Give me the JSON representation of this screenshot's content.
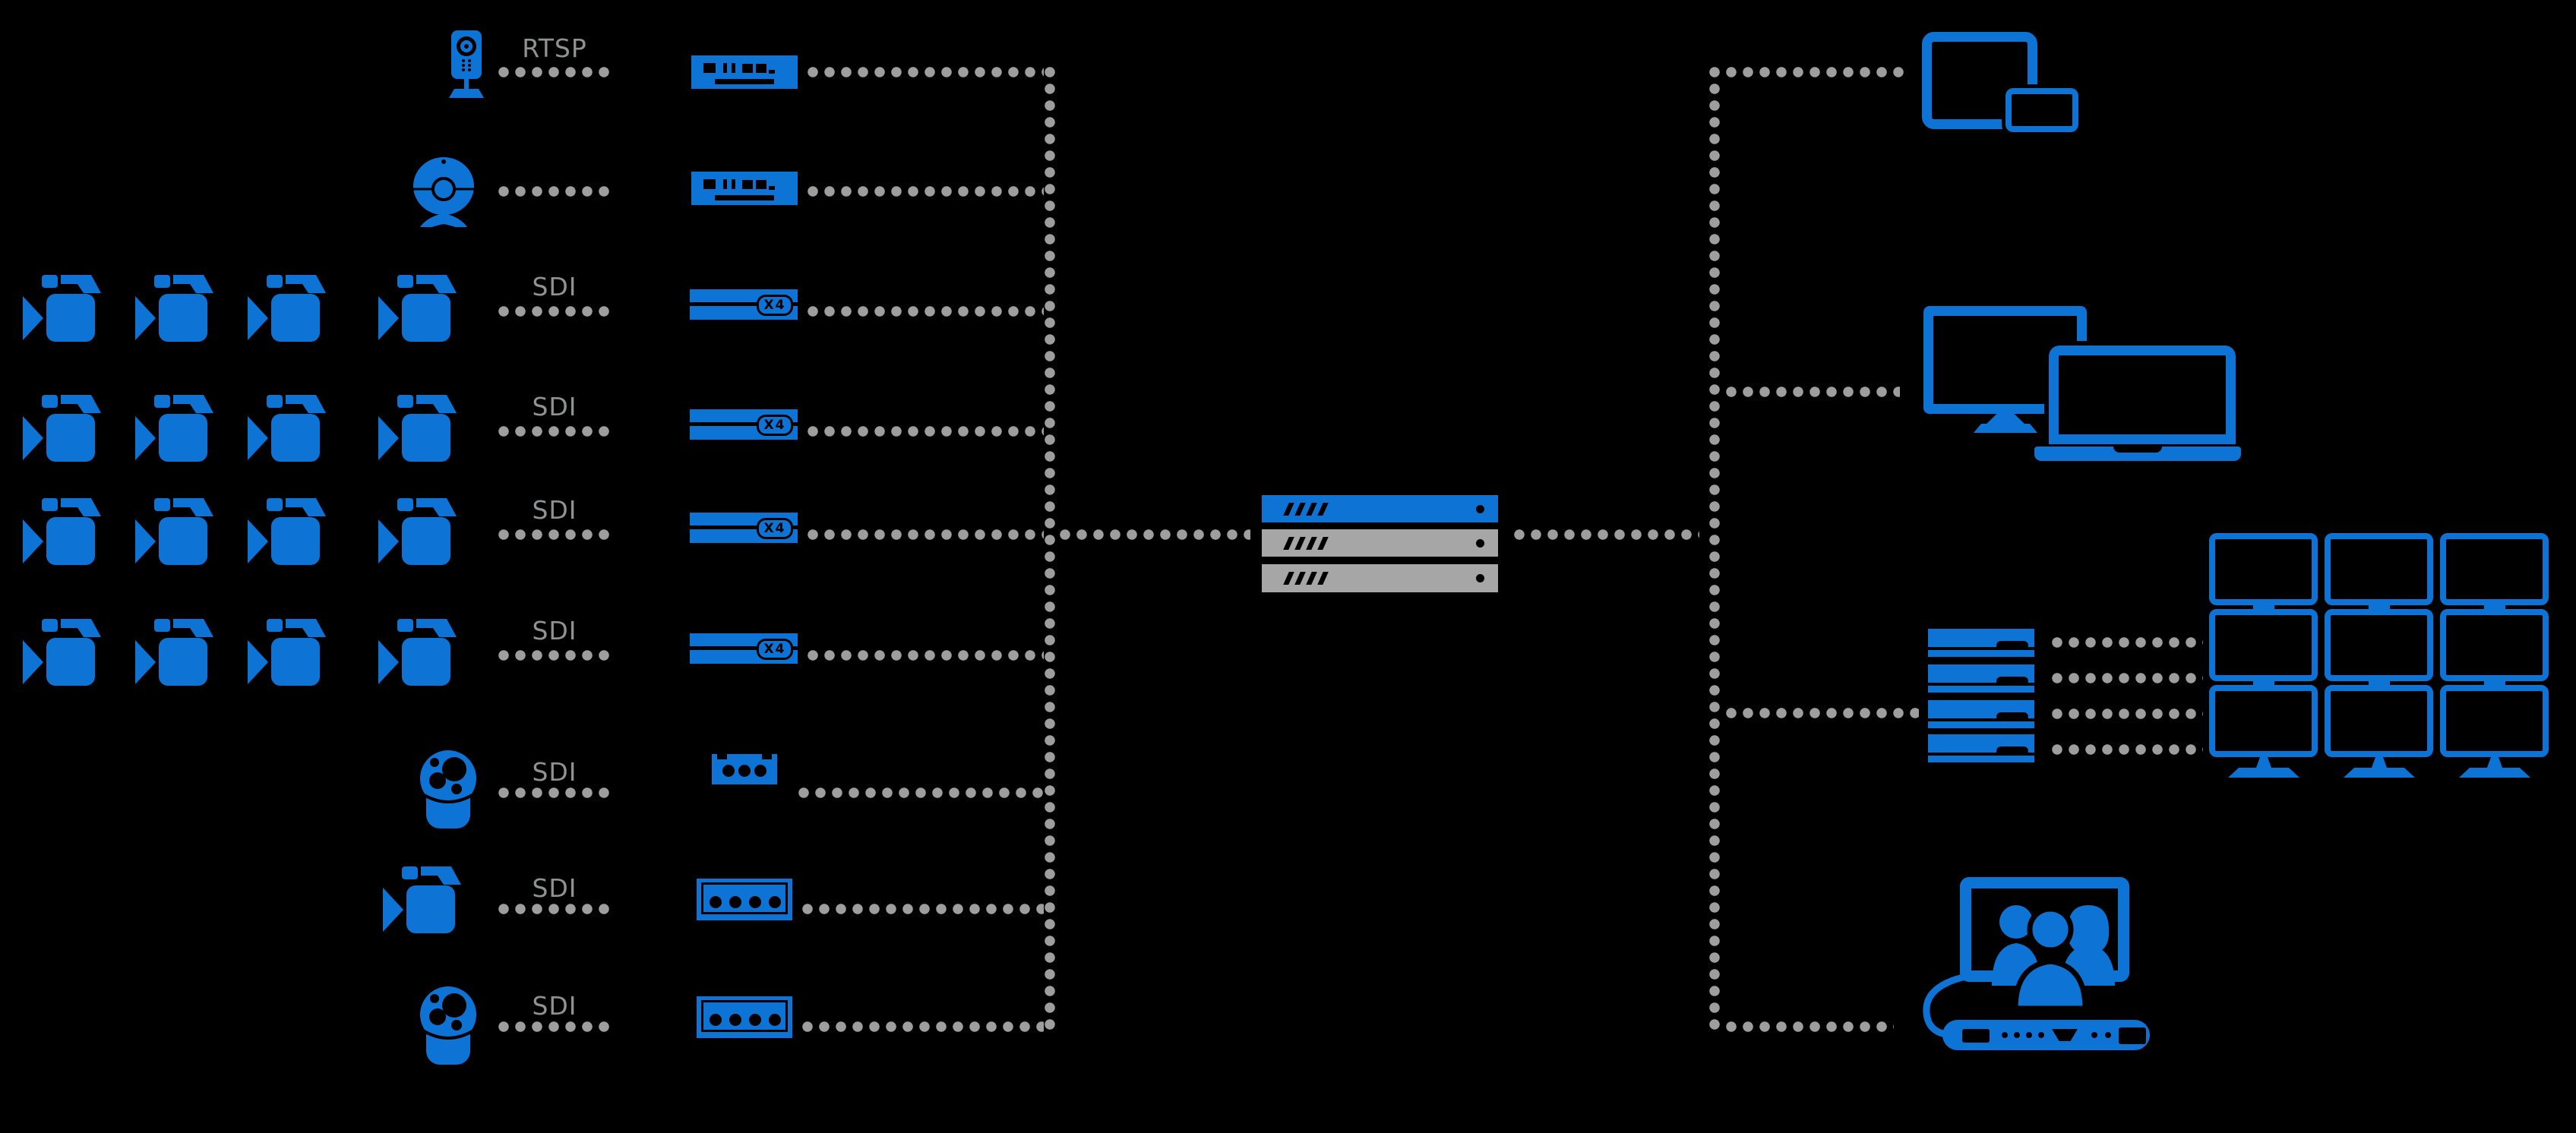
{
  "title": "video-over-ip-workflow-diagram",
  "colors": {
    "accent": "#0d74d6",
    "device_gray": "#a6a6a6",
    "connector_dot": "#9e9e9e",
    "label_text": "#8f9193",
    "background": "#000000"
  },
  "labels": {
    "rtsp": "RTSP",
    "sdi": "SDI",
    "x4": "X4"
  },
  "sources": [
    {
      "name": "ip-camera",
      "protocol": "RTSP",
      "count": 1
    },
    {
      "name": "webcam",
      "protocol": "",
      "count": 1
    },
    {
      "name": "sdi-camera-group-1",
      "protocol": "SDI",
      "count": 4
    },
    {
      "name": "sdi-camera-group-2",
      "protocol": "SDI",
      "count": 4
    },
    {
      "name": "sdi-camera-group-3",
      "protocol": "SDI",
      "count": 4
    },
    {
      "name": "sdi-camera-group-4",
      "protocol": "SDI",
      "count": 4
    },
    {
      "name": "ptz-dome-camera-1",
      "protocol": "SDI",
      "count": 1
    },
    {
      "name": "camcorder",
      "protocol": "SDI",
      "count": 1
    },
    {
      "name": "ptz-dome-camera-2",
      "protocol": "SDI",
      "count": 1
    }
  ],
  "encoders": [
    {
      "name": "streaming-encoder-1",
      "type": "ip"
    },
    {
      "name": "streaming-encoder-2",
      "type": "ip"
    },
    {
      "name": "sdi-encoder-1",
      "badge": "X4"
    },
    {
      "name": "sdi-encoder-2",
      "badge": "X4"
    },
    {
      "name": "sdi-encoder-3",
      "badge": "X4"
    },
    {
      "name": "sdi-encoder-4",
      "badge": "X4"
    },
    {
      "name": "mini-encoder-3ch",
      "ports": 3
    },
    {
      "name": "mini-encoder-4ch-1",
      "ports": 4
    },
    {
      "name": "mini-encoder-4ch-2",
      "ports": 4
    }
  ],
  "server": {
    "name": "streaming-server-stack",
    "units": [
      {
        "color": "#0d74d6"
      },
      {
        "color": "#a6a6a6"
      },
      {
        "color": "#a6a6a6"
      }
    ]
  },
  "outputs": [
    {
      "name": "tablet-and-phone"
    },
    {
      "name": "desktop-and-laptop"
    },
    {
      "name": "videowall-processor",
      "units": 4
    },
    {
      "name": "video-wall",
      "grid": "3x3"
    },
    {
      "name": "video-conference-system"
    }
  ]
}
